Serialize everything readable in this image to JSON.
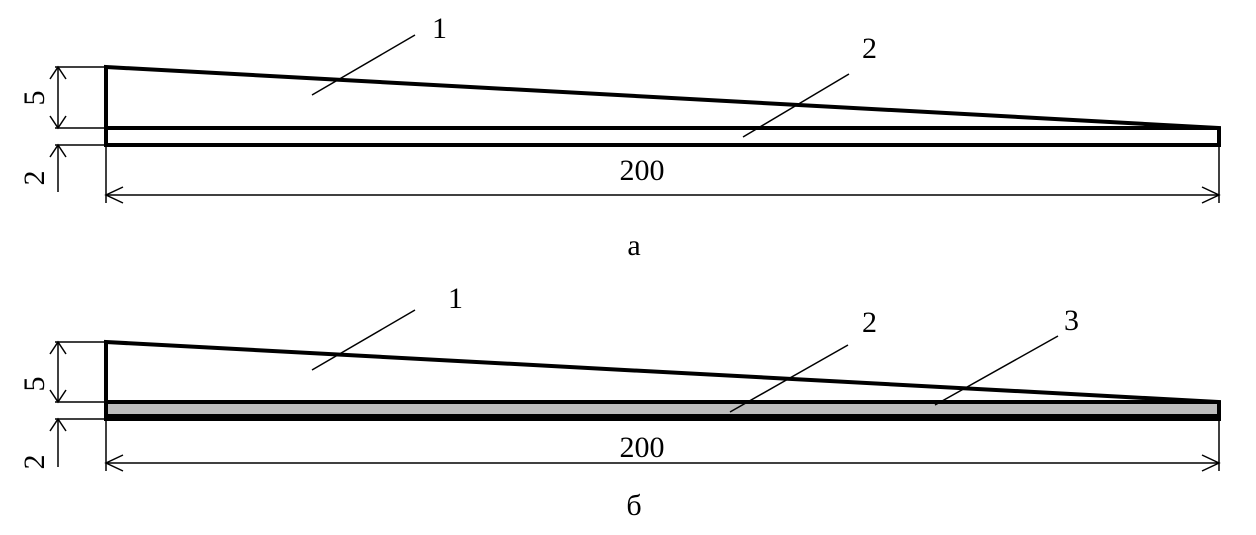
{
  "figure_a": {
    "caption": "а",
    "callouts": [
      "1",
      "2"
    ],
    "dim_length": "200",
    "dim_height_top": "5",
    "dim_height_bottom": "2"
  },
  "figure_b": {
    "caption": "б",
    "callouts": [
      "1",
      "2",
      "3"
    ],
    "dim_length": "200",
    "dim_height_top": "5",
    "dim_height_bottom": "2",
    "middle_layer_color": "#bdbdbd"
  }
}
